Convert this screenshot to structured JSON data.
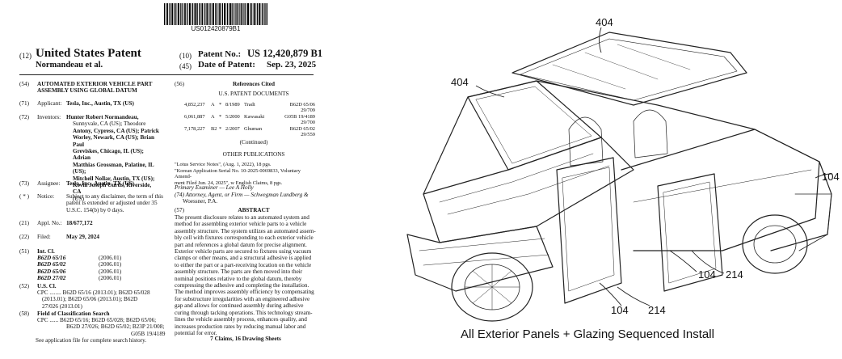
{
  "barcode_number": "US012420879B1",
  "header": {
    "left_code": "(12)",
    "title": "United States Patent",
    "inventor_short": "Normandeau et al.",
    "patent_no_code": "(10)",
    "patent_no_label": "Patent No.:",
    "patent_no_value": "US 12,420,879 B1",
    "date_code": "(45)",
    "date_label": "Date of Patent:",
    "date_value": "Sep. 23, 2025"
  },
  "left_fields": {
    "title_code": "(54)",
    "title_line1": "AUTOMATED EXTERIOR VEHICLE PART",
    "title_line2": "ASSEMBLY USING GLOBAL DATUM",
    "applicant_code": "(71)",
    "applicant_label": "Applicant:",
    "applicant_value": "Tesla, Inc., Austin, TX (US)",
    "inventors_code": "(72)",
    "inventors_label": "Inventors:",
    "inventors_lines": [
      "Hunter Robert Normandeau,",
      "Sunnyvale, CA (US); Theodore",
      "Antony, Cypress, CA (US); Patrick",
      "Worley, Newark, CA (US); Brian Paul",
      "Greviskes, Chicago, IL (US); Adrian",
      "Matthias Grossman, Palatine, IL (US);",
      "Mitchell Nollar, Austin, TX (US);",
      "Kevin Joseph Curtis, Riverside, CA",
      "(US)"
    ],
    "assignee_code": "(73)",
    "assignee_label": "Assignee:",
    "assignee_value": "Tesla, Inc., Austin, TX (US)",
    "notice_code": "( * )",
    "notice_label": "Notice:",
    "notice_lines": [
      "Subject to any disclaimer, the term of this",
      "patent is extended or adjusted under 35",
      "U.S.C. 154(b) by 0 days."
    ],
    "appl_code": "(21)",
    "appl_label": "Appl. No.:",
    "appl_value": "18/677,172",
    "filed_code": "(22)",
    "filed_label": "Filed:",
    "filed_value": "May 29, 2024",
    "intcl_code": "(51)",
    "intcl_label": "Int. Cl.",
    "intcl_rows": [
      {
        "cls": "B62D 65/16",
        "year": "(2006.01)"
      },
      {
        "cls": "B62D 65/02",
        "year": "(2006.01)"
      },
      {
        "cls": "B62D 65/06",
        "year": "(2006.01)"
      },
      {
        "cls": "B62D 27/02",
        "year": "(2006.01)"
      }
    ],
    "uscl_code": "(52)",
    "uscl_label": "U.S. Cl.",
    "uscl_lines": [
      "CPC ........ B62D 65/16 (2013.01); B62D 65/028",
      "(2013.01); B62D 65/06 (2013.01); B62D",
      "27/026 (2013.01)"
    ],
    "field_code": "(58)",
    "field_label": "Field of Classification Search",
    "field_lines": [
      "CPC ...... B62D 65/16; B62D 65/028; B62D 65/06;",
      "B62D 27/026; B62D 65/02; B23P 21/008;",
      "G05B 19/4189"
    ],
    "field_note": "See application file for complete search history."
  },
  "right_fields": {
    "refs_code": "(56)",
    "refs_title": "References Cited",
    "us_docs_title": "U.S. PATENT DOCUMENTS",
    "us_docs": [
      {
        "no": "4,852,237",
        "kind": "A",
        "star": "*",
        "date": "8/1989",
        "name": "Tradt",
        "cls1": "B62D 65/06",
        "cls2": "29/709"
      },
      {
        "no": "6,061,887",
        "kind": "A",
        "star": "*",
        "date": "5/2000",
        "name": "Kawasaki",
        "cls1": "G05B 19/4189",
        "cls2": "29/700"
      },
      {
        "no": "7,178,227",
        "kind": "B2",
        "star": "*",
        "date": "2/2007",
        "name": "Ghuman",
        "cls1": "B62D 65/02",
        "cls2": "29/559"
      }
    ],
    "continued": "(Continued)",
    "other_pubs_title": "OTHER PUBLICATIONS",
    "other_pubs_lines": [
      "\"Lotus Service Notes\", (Aug. 1, 2022), 18 pgs.",
      "\"Korean Application Serial No. 10-2025-0069833, Voluntary Amend-",
      "ment Filed Jun. 24, 2025\", w English Claims, 8 pgs."
    ],
    "examiner_line": "Primary Examiner — Lee A Holly",
    "attorney_line1": "(74) Attorney, Agent, or Firm — Schwegman Lundberg &",
    "attorney_line2": "Woessner, P.A.",
    "abstract_code": "(57)",
    "abstract_title": "ABSTRACT",
    "abstract_lines": [
      "The present disclosure relates to an automated system and",
      "method for assembling exterior vehicle parts to a vehicle",
      "assembly structure. The system utilizes an automated assem-",
      "bly cell with fixtures corresponding to each exterior vehicle",
      "part and references a global datum for precise alignment.",
      "Exterior vehicle parts are secured to fixtures using vacuum",
      "clamps or other means, and a structural adhesive is applied",
      "to either the part or a part-receiving location on the vehicle",
      "assembly structure. The parts are then moved into their",
      "nominal positions relative to the global datum, thereby",
      "compressing the adhesive and completing the installation.",
      "The method improves assembly efficiency by compensating",
      "for substructure irregularities with an engineered adhesive",
      "gap and allows for continued assembly during adhesive",
      "curing through tacking operations. This technology stream-",
      "lines the vehicle assembly process, enhances quality, and",
      "increases production rates by reducing manual labor and",
      "potential for error."
    ],
    "claims_line": "7 Claims, 16 Drawing Sheets"
  },
  "drawing": {
    "labels": {
      "a": "404",
      "b": "404",
      "c": "104",
      "d": "104",
      "e": "214",
      "f": "104",
      "g": "214"
    },
    "caption": "All Exterior Panels + Glazing Sequenced Install"
  }
}
